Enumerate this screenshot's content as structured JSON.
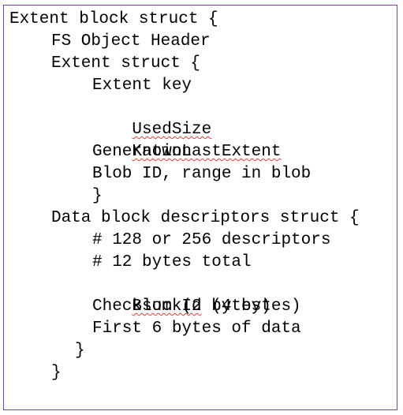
{
  "document": {
    "border_color": "#7a3fa8",
    "lines": [
      {
        "text": "Extent block struct {"
      },
      {
        "text": "FS Object Header"
      },
      {
        "text": "Extent struct {"
      },
      {
        "text": "Extent key"
      },
      {
        "text": "UsedSize",
        "spellcheck_underline": true
      },
      {
        "text": "KnownLastExtent",
        "spellcheck_underline": true
      },
      {
        "text": "Generation"
      },
      {
        "text": "Blob ID, range in blob"
      },
      {
        "text": "}"
      },
      {
        "text": "Data block descriptors struct {"
      },
      {
        "text": "# 128 or 256 descriptors"
      },
      {
        "text": "# 12 bytes total"
      },
      {
        "text": "BlockId",
        "suffix": " (4 bytes)",
        "spellcheck_underline": true
      },
      {
        "text": "Checksum (2 bytes)"
      },
      {
        "text": "First 6 bytes of data"
      },
      {
        "text": "}"
      },
      {
        "text": "}"
      }
    ]
  }
}
